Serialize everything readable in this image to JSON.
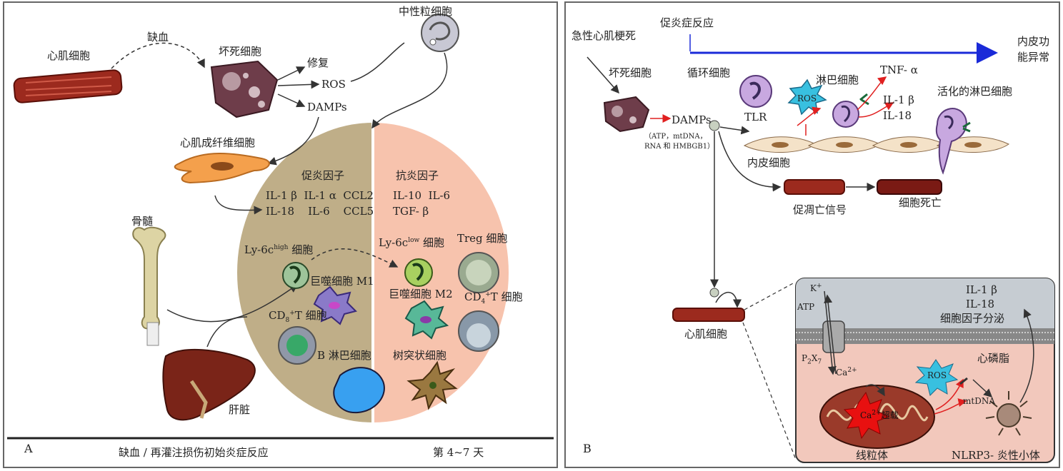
{
  "panel_a": {
    "letter": "A",
    "cardiomyocyte": "心肌细胞",
    "ischemia": "缺血",
    "necrotic_cell": "坏死细胞",
    "repair": "修复",
    "ros": "ROS",
    "damps": "DAMPs",
    "neutrophil": "中性粒细胞",
    "fibroblast": "心肌成纤维细胞",
    "pro_title": "促炎因子",
    "pro_row1": "IL-1 β  IL-1 α  CCL2",
    "pro_row2": "IL-18    IL-6    CCL5",
    "anti_title": "抗炎因子",
    "anti_row1": "IL-10  IL-6",
    "anti_row2": "TGF- β",
    "ly6c_high_base": "Ly-6c",
    "ly6c_high_sup": "high",
    "ly6c_high_suffix": " 细胞",
    "ly6c_low_base": "Ly-6c",
    "ly6c_low_sup": "low",
    "ly6c_low_suffix": " 细胞",
    "treg": "Treg 细胞",
    "macrophage_m1": "巨噬细胞 M1",
    "macrophage_m2": "巨噬细胞 M2",
    "cd8_base": "CD",
    "cd8_sub": "8",
    "cd8_sup": "+",
    "cd8_suffix": "T 细胞",
    "cd4_base": "CD",
    "cd4_sub": "4",
    "cd4_sup": "+",
    "cd4_suffix": "T 细胞",
    "b_cell": "B 淋巴细胞",
    "dendritic": "树突状细胞",
    "bone_marrow": "骨髓",
    "liver": "肝脏",
    "footer_left": "缺血 / 再灌注损伤初始炎症反应",
    "footer_right": "第 4~7 天"
  },
  "panel_b": {
    "letter": "B",
    "ami": "急性心肌梗死",
    "pro_response": "促炎症反应",
    "endo_dysfunction_1": "内皮功",
    "endo_dysfunction_2": "能异常",
    "necrotic_cell": "坏死细胞",
    "circulating_cell": "循环细胞",
    "lymphocyte": "淋巴细胞",
    "tnf": "TNF- α",
    "activated_lymph": "活化的淋巴细胞",
    "ros": "ROS",
    "damps": "DAMPs",
    "tlr": "TLR",
    "il1b": "IL-1 β",
    "il18": "IL-18",
    "damps_detail_1": "（ATP，mtDNA，",
    "damps_detail_2": "RNA 和 HMBGB1）",
    "endothelial": "内皮细胞",
    "apoptosis_signal": "促凋亡信号",
    "cell_death": "细胞死亡",
    "cardiomyocyte": "心肌细胞",
    "k_base": "K",
    "k_sup": "+",
    "atp": "ATP",
    "p2x7_p": "P",
    "p2x7_2": "2",
    "p2x7_x": "X",
    "p2x7_7": "7",
    "ca_base": "Ca",
    "ca_sup": "2+",
    "overload_base": "Ca",
    "overload_sup": "2+",
    "overload_text": "超载",
    "inset_il1b": "IL-1 β",
    "inset_il18": "IL-18",
    "cytokine_secretion": "细胞因子分泌",
    "cardiolipin": "心磷脂",
    "mtdna": "mtDNA",
    "mitochondria": "线粒体",
    "nlrp3": "NLRP3- 炎性小体"
  }
}
